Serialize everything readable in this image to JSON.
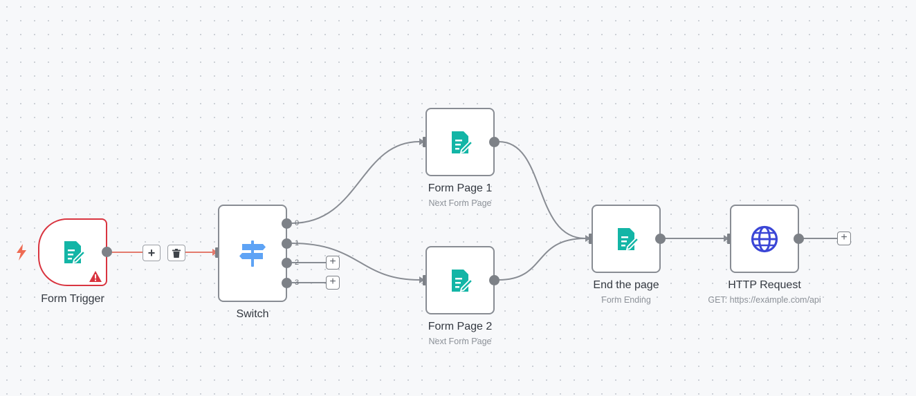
{
  "workflow": {
    "nodes": {
      "form_trigger": {
        "label": "Form Trigger",
        "icon": "form-icon",
        "status": "warning"
      },
      "switch": {
        "label": "Switch",
        "icon": "signpost-icon",
        "outputs": [
          "0",
          "1",
          "2",
          "3"
        ]
      },
      "form_page_1": {
        "label": "Form Page 1",
        "subtitle": "Next Form Page",
        "icon": "form-icon"
      },
      "form_page_2": {
        "label": "Form Page 2",
        "subtitle": "Next Form Page",
        "icon": "form-icon"
      },
      "end_page": {
        "label": "End the page",
        "subtitle": "Form Ending",
        "icon": "form-icon"
      },
      "http_request": {
        "label": "HTTP Request",
        "subtitle": "GET: https://example.com/api",
        "icon": "globe-icon"
      }
    },
    "edge_actions": {
      "add": "+",
      "delete": "delete"
    },
    "add_symbol": "+"
  },
  "colors": {
    "form_icon": "#13b5a6",
    "switch_icon": "#5ea3f5",
    "globe_icon": "#3b46d6",
    "warning": "#d9343f",
    "trigger_bolt": "#ee6b53",
    "error_edge": "#e37a6d",
    "edge": "#888c93"
  }
}
